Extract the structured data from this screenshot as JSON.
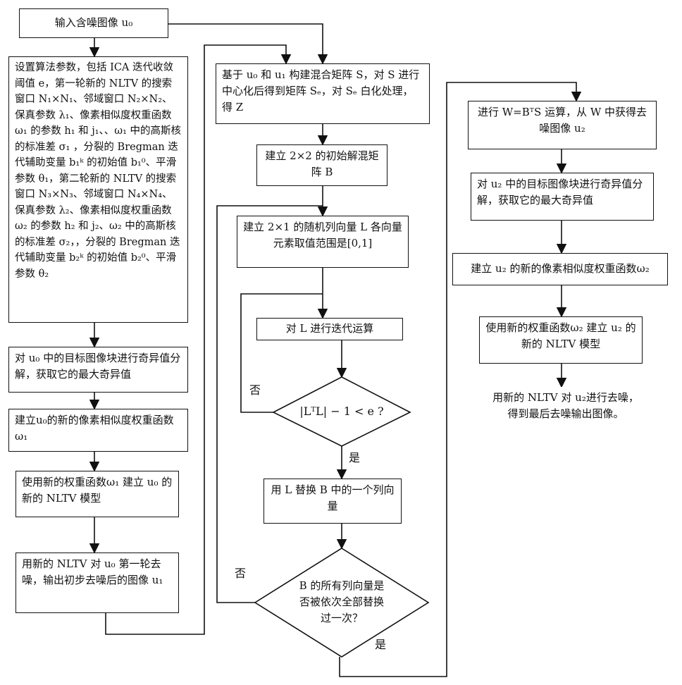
{
  "nodes": {
    "n_input": "输入含噪图像 u₀",
    "n_params": "设置算法参数，包括 ICA 迭代收敛阈值 e，第一轮新的 NLTV 的搜索窗口 N₁×N₁、邻域窗口 N₂×N₂、保真参数 λ₁、像素相似度权重函数ω₁ 的参数 h₁ 和 j₁、、ω₁ 中的高斯核的标准差 σ₁ ，分裂的 Bregman 迭代辅助变量 b₁ᵏ 的初始值 b₁⁰、平滑参数 θ₁，第二轮新的 NLTV 的搜索窗口 N₃×N₃、邻域窗口 N₄×N₄、保真参数 λ₂、像素相似度权重函数ω₂ 的参数 h₂ 和 j₂、ω₂ 中的高斯核的标准差 σ₂，，分裂的 Bregman 迭代辅助变量 b₂ᵏ 的初始值 b₂⁰、平滑参数 θ₂",
    "n_svd1": "对 u₀ 中的目标图像块进行奇异值分解，获取它的最大奇异值",
    "n_w1": "建立u₀的新的像素相似度权重函数 ω₁",
    "n_model1": "使用新的权重函数ω₁ 建立 u₀ 的新的 NLTV 模型",
    "n_denoise1": "用新的 NLTV 对 u₀ 第一轮去噪，输出初步去噪后的图像 u₁",
    "n_mix": "基于 u₀ 和 u₁ 构建混合矩阵 S，对 S 进行中心化后得到矩阵 Sₑ，对 Sₑ 白化处理，得 Z",
    "n_initB": "建立 2×2 的初始解混矩阵 B",
    "n_randL": "建立 2×1 的随机列向量 L 各向量元素取值范围是[0,1]",
    "n_iter": "对 L 进行迭代运算",
    "n_cond1": "|LᵀL| − 1 < e ?",
    "n_replace": "用 L 替换 B 中的一个列向量",
    "n_cond2": "B 的所有列向量是否被依次全部替换过一次？",
    "n_wbs": "进行 W=BᵀS 运算，从 W 中获得去噪图像 u₂",
    "n_svd2": "对 u₂ 中的目标图像块进行奇异值分解，获取它的最大奇异值",
    "n_w2": "建立 u₂ 的新的像素相似度权重函数ω₂",
    "n_model2": "使用新的权重函数ω₂ 建立 u₂ 的新的 NLTV 模型",
    "n_final": "用新的 NLTV 对 u₂进行去噪，得到最后去噪输出图像。"
  },
  "labels": {
    "no1": "否",
    "yes1": "是",
    "no2": "否",
    "yes2": "是"
  }
}
